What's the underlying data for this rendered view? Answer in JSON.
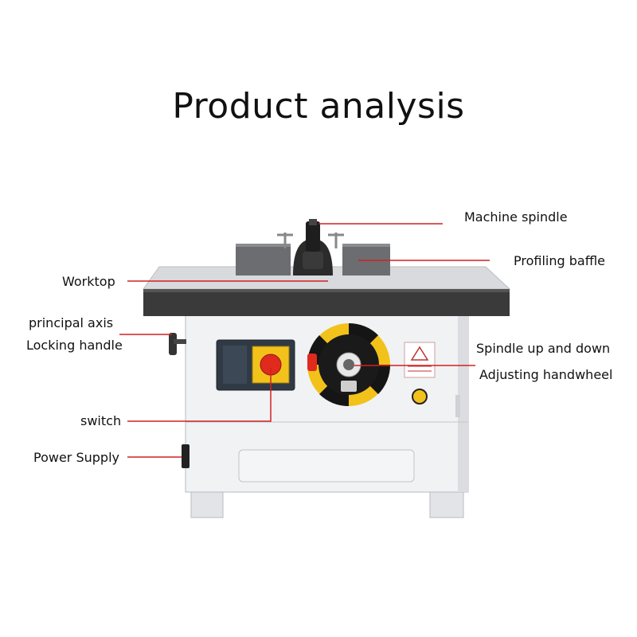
{
  "title": "Product analysis",
  "labels": {
    "machine_spindle": "Machine spindle",
    "profiling_baffle": "Profiling baffle",
    "worktop": "Worktop",
    "principal_axis": "principal axis",
    "locking_handle": "Locking handle",
    "spindle_up_down": "Spindle up and down",
    "adjusting_handwheel": "Adjusting handwheel",
    "switch": "switch",
    "power_supply": "Power Supply"
  },
  "colors": {
    "callout_line": "#d42020",
    "cabinet": "#f1f2f4",
    "worktop_edge": "#3a3a3a",
    "handwheel_ring": "#f2c21b",
    "switch_red": "#e02a1e",
    "switch_yellow": "#f2c21b"
  }
}
